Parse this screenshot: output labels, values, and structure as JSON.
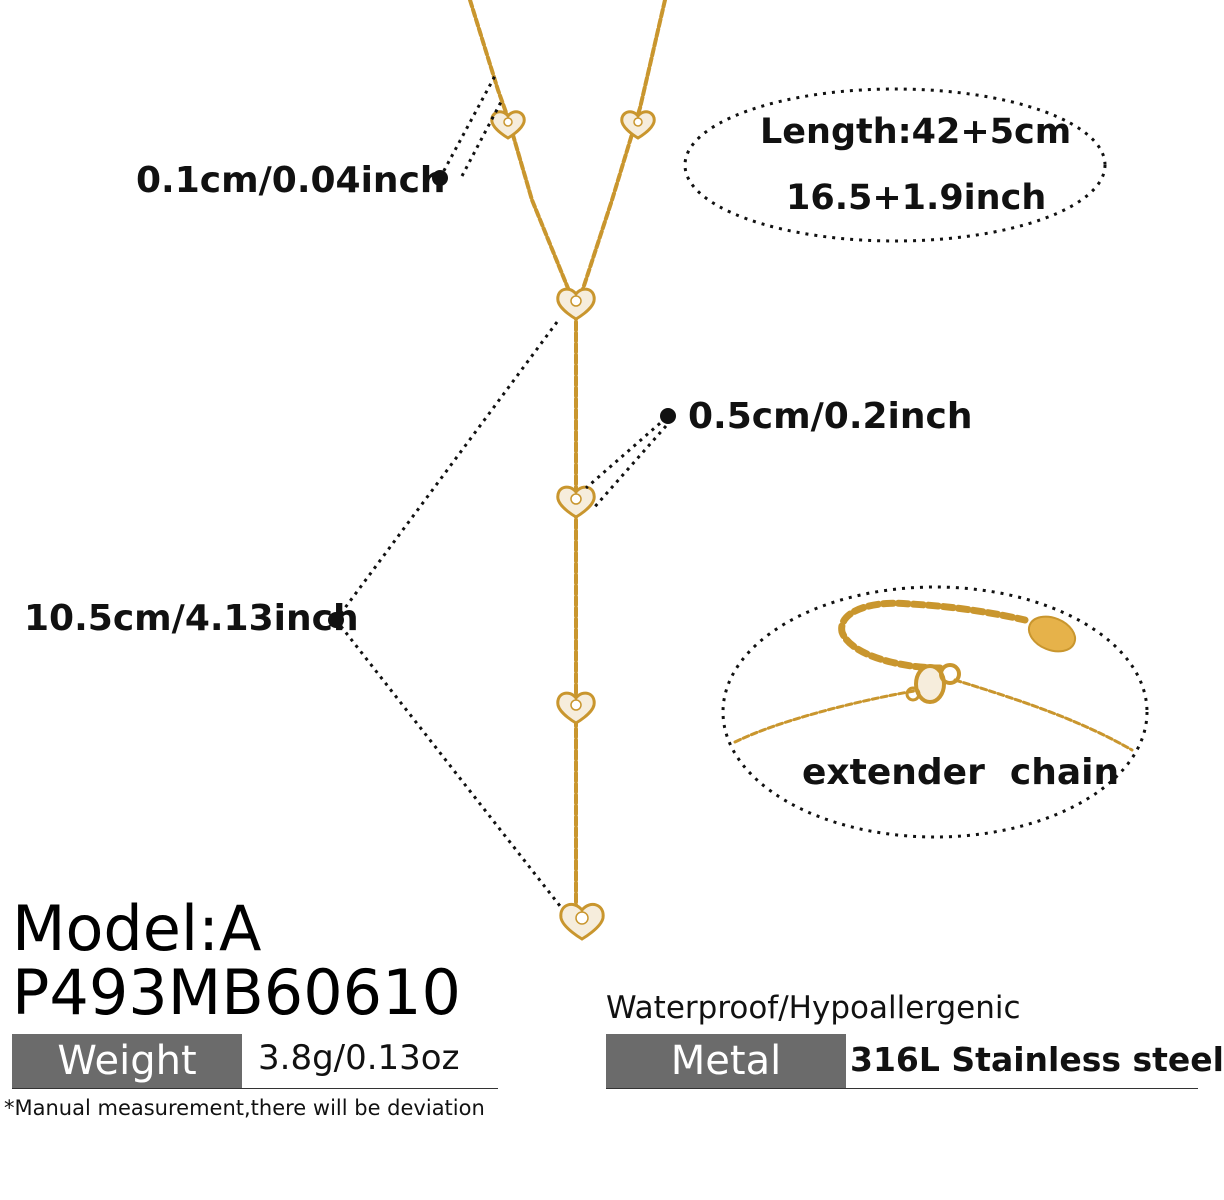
{
  "dimensions": {
    "pendant_size": "0.1cm/0.04inch",
    "heart_size": "0.5cm/0.2inch",
    "drop_length": "10.5cm/4.13inch"
  },
  "length_callout": {
    "line1": "Length:42+5cm",
    "line2": "16.5+1.9inch"
  },
  "extender": {
    "label": "extender  chain"
  },
  "product": {
    "model": "Model:A",
    "sku": "P493MB60610"
  },
  "specs": {
    "weight_label": "Weight",
    "weight_value": "3.8g/0.13oz",
    "features": "Waterproof/Hypoallergenic",
    "metal_label": "Metal",
    "metal_value": "316L Stainless steel"
  },
  "note": "*Manual measurement,there will be deviation",
  "colors": {
    "gold": "#c9962e",
    "label_box": "#6b6b6b"
  },
  "icons": [
    "heart-charm-icon",
    "lobster-clasp-icon",
    "tag-icon"
  ]
}
